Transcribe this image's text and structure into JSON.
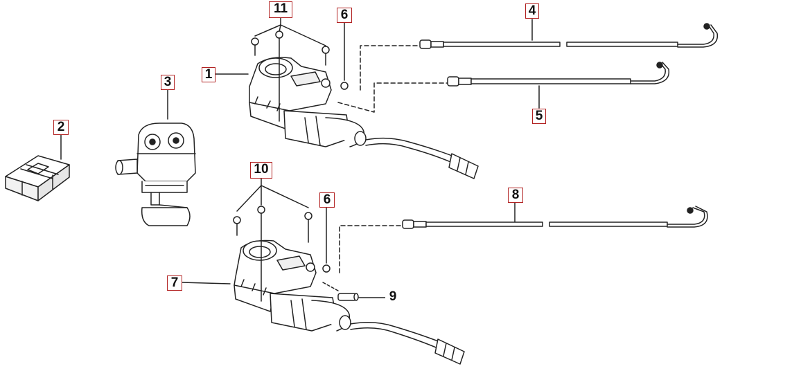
{
  "diagram": {
    "callouts": [
      {
        "id": "c1",
        "label": "1"
      },
      {
        "id": "c2",
        "label": "2"
      },
      {
        "id": "c3",
        "label": "3"
      },
      {
        "id": "c4",
        "label": "4"
      },
      {
        "id": "c5",
        "label": "5"
      },
      {
        "id": "c6a",
        "label": "6"
      },
      {
        "id": "c6b",
        "label": "6"
      },
      {
        "id": "c7",
        "label": "7"
      },
      {
        "id": "c8",
        "label": "8"
      },
      {
        "id": "c9",
        "label": "9"
      },
      {
        "id": "c10",
        "label": "10"
      },
      {
        "id": "c11",
        "label": "11"
      }
    ],
    "colors": {
      "line": "#222222",
      "callout_border": "#b22222",
      "fill": "#ffffff",
      "shade": "#d9d9d9"
    }
  }
}
